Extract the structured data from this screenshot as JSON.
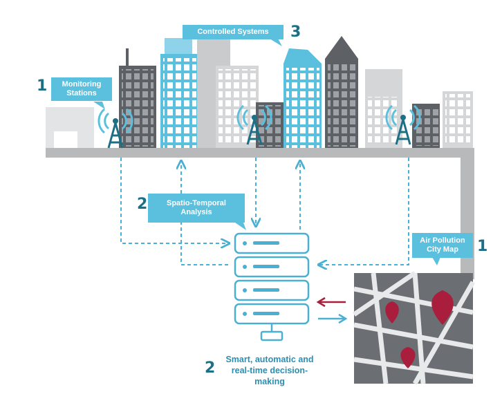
{
  "labels": {
    "monitoring": {
      "number": "1",
      "text": "Monitoring Stations"
    },
    "controlled": {
      "number": "3",
      "text": "Controlled Systems"
    },
    "analysis": {
      "number": "2",
      "text": "Spatio-Temporal Analysis"
    },
    "pollution_map": {
      "number": "1",
      "text": "Air Pollution City Map"
    },
    "decision": {
      "number": "2",
      "text": "Smart, automatic and real-time decision-making"
    }
  },
  "colors": {
    "accent": "#5bbfde",
    "accent_dark": "#1d6f86",
    "marker": "#a81e3c",
    "building_gray": "#c9cbcd",
    "building_dark": "#5d6166",
    "street": "#b7b9bb"
  },
  "icons": [
    "antenna-tower-icon",
    "server-stack-icon",
    "map-pin-icon"
  ]
}
